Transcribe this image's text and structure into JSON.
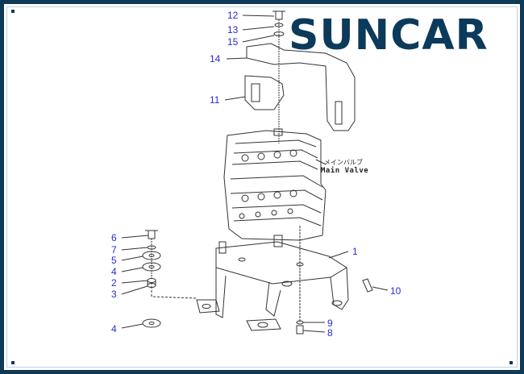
{
  "logo": {
    "text_left": "SUN",
    "text_right": "AR"
  },
  "main_valve": {
    "japanese": "メインバルブ",
    "english": "Main Valve"
  },
  "callouts": {
    "c12": "12",
    "c13": "13",
    "c15": "15",
    "c14": "14",
    "c11": "11",
    "c6": "6",
    "c7": "7",
    "c5": "5",
    "c4a": "4",
    "c2": "2",
    "c3": "3",
    "c4b": "4",
    "c1": "1",
    "c10": "10",
    "c9": "9",
    "c8": "8"
  },
  "colors": {
    "frame": "#0f3a57",
    "callout": "#2a2ad6",
    "logo": "#0c3a5a"
  }
}
